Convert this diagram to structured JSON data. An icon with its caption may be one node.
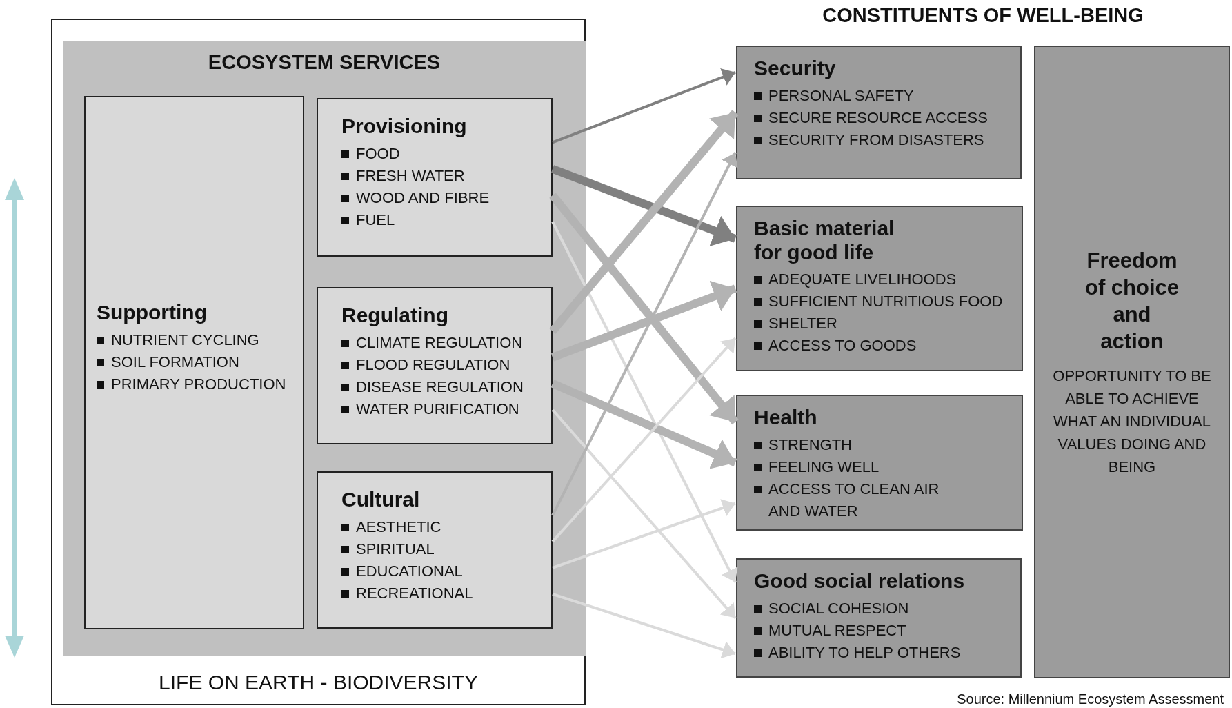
{
  "diagram": {
    "title": "CONSTITUENTS OF WELL-BEING",
    "caption": "Source: Millennium Ecosystem Assessment",
    "nodes": [
      {
        "text": [
          "LIFE ON EARTH - BIODIVERSITY"
        ]
      },
      {
        "text": [
          "ECOSYSTEM SERVICES"
        ],
        "in": 0
      },
      {
        "text": [
          "Supporting",
          "NUTRIENT CYCLING",
          "SOIL FORMATION",
          "PRIMARY PRODUCTION"
        ],
        "in": 1
      },
      {
        "text": [
          "Provisioning",
          "FOOD",
          "FRESH WATER",
          "WOOD AND FIBRE",
          "FUEL"
        ],
        "in": 1
      },
      {
        "text": [
          "Regulating",
          "CLIMATE REGULATION",
          "FLOOD REGULATION",
          "DISEASE REGULATION",
          "WATER PURIFICATION"
        ],
        "in": 1
      },
      {
        "text": [
          "Cultural",
          "AESTHETIC",
          "SPIRITUAL",
          "EDUCATIONAL",
          "RECREATIONAL"
        ],
        "in": 1
      },
      {
        "text": [
          "Security",
          "PERSONAL SAFETY",
          "SECURE RESOURCE ACCESS",
          "SECURITY FROM DISASTERS"
        ]
      },
      {
        "text": [
          "Basic material for good life",
          "ADEQUATE LIVELIHOODS",
          "SUFFICIENT NUTRITIOUS FOOD",
          "SHELTER",
          "ACCESS TO GOODS"
        ]
      },
      {
        "text": [
          "Health",
          "STRENGTH",
          "FEELING WELL",
          "ACCESS TO CLEAN AIR AND WATER"
        ]
      },
      {
        "text": [
          "Good social relations",
          "SOCIAL COHESION",
          "MUTUAL RESPECT",
          "ABILITY TO HELP OTHERS"
        ]
      },
      {
        "text": [
          "Freedom of choice and action",
          "OPPORTUNITY TO BE ABLE TO ACHIEVE WHAT AN INDIVIDUAL VALUES DOING AND BEING"
        ]
      }
    ],
    "edges": [
      {
        "from": 3,
        "to": 6,
        "arrow": "to",
        "color": "#808080"
      },
      {
        "from": 3,
        "to": 7,
        "arrow": "to",
        "style": "thick",
        "color": "#808080"
      },
      {
        "from": 3,
        "to": 8,
        "arrow": "to",
        "style": "thick"
      },
      {
        "from": 3,
        "to": 9,
        "arrow": "to",
        "color": "#dadada"
      },
      {
        "from": 4,
        "to": 6,
        "arrow": "to",
        "style": "thick"
      },
      {
        "from": 4,
        "to": 7,
        "arrow": "to",
        "style": "thick"
      },
      {
        "from": 4,
        "to": 8,
        "arrow": "to",
        "style": "thick"
      },
      {
        "from": 4,
        "to": 9,
        "arrow": "to",
        "color": "#dadada"
      },
      {
        "from": 5,
        "to": 6,
        "arrow": "to"
      },
      {
        "from": 5,
        "to": 7,
        "arrow": "to",
        "color": "#dadada"
      },
      {
        "from": 5,
        "to": 8,
        "arrow": "to",
        "color": "#dadada"
      },
      {
        "from": 5,
        "to": 9,
        "arrow": "to",
        "color": "#dadada"
      }
    ]
  }
}
